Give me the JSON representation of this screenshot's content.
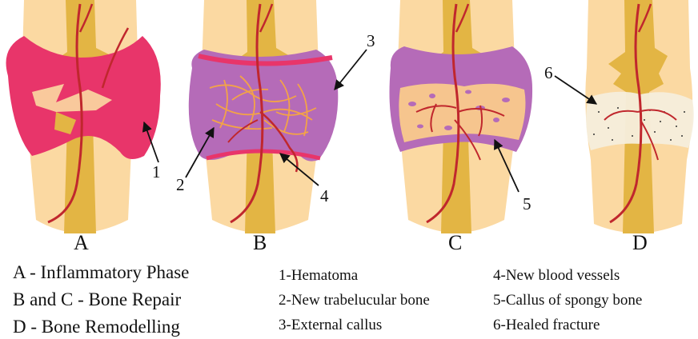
{
  "stages": [
    "A",
    "B",
    "C",
    "D"
  ],
  "phases": [
    "A - Inflammatory Phase",
    "B and C - Bone Repair",
    "D - Bone Remodelling"
  ],
  "legend": [
    "1-Hematoma",
    "2-New trabelucular bone",
    "3-External callus",
    "4-New blood vessels",
    "5-Callus of spongy bone",
    "6-Healed fracture"
  ],
  "markers": [
    "1",
    "2",
    "3",
    "4",
    "5",
    "6"
  ],
  "colors": {
    "bone": "#FBD9A2",
    "marrow": "#E3B544",
    "hematoma": "#E8356A",
    "callus": "#B56BB8",
    "vessel": "#C0272D",
    "trabecular": "#F3A347",
    "spongy": "#F6C58E",
    "healed": "#F5EEDC"
  }
}
